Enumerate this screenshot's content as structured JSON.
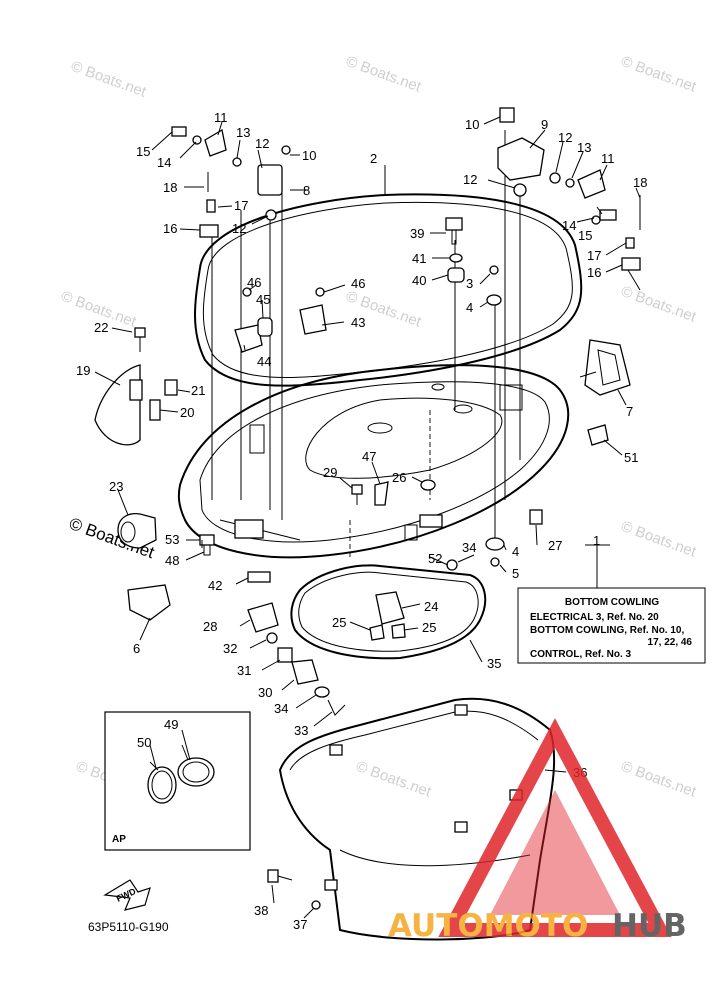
{
  "diagram_code": "63P5110-G190",
  "watermarks": [
    "© Boats.net"
  ],
  "infobox": {
    "lines": [
      "BOTTOM COWLING",
      "ELECTRICAL 3, Ref. No. 20",
      "BOTTOM COWLING, Ref. No. 10,",
      "17, 22, 46",
      "CONTROL, Ref. No. 3"
    ]
  },
  "inset_label": "AP",
  "fwd_label": "FWD",
  "logo": {
    "part1": "AUTOMOTO",
    "part2": "HUB",
    "color1": "#f5a623",
    "color2": "#4a4a4a",
    "triangle_color": "#e0252a"
  },
  "callouts": [
    {
      "n": "1"
    },
    {
      "n": "2"
    },
    {
      "n": "3"
    },
    {
      "n": "4"
    },
    {
      "n": "4"
    },
    {
      "n": "5"
    },
    {
      "n": "6"
    },
    {
      "n": "7"
    },
    {
      "n": "8"
    },
    {
      "n": "9"
    },
    {
      "n": "10"
    },
    {
      "n": "10"
    },
    {
      "n": "11"
    },
    {
      "n": "11"
    },
    {
      "n": "12"
    },
    {
      "n": "12"
    },
    {
      "n": "12"
    },
    {
      "n": "12"
    },
    {
      "n": "13"
    },
    {
      "n": "13"
    },
    {
      "n": "14"
    },
    {
      "n": "14"
    },
    {
      "n": "15"
    },
    {
      "n": "15"
    },
    {
      "n": "16"
    },
    {
      "n": "16"
    },
    {
      "n": "17"
    },
    {
      "n": "17"
    },
    {
      "n": "18"
    },
    {
      "n": "18"
    },
    {
      "n": "19"
    },
    {
      "n": "20"
    },
    {
      "n": "21"
    },
    {
      "n": "22"
    },
    {
      "n": "23"
    },
    {
      "n": "24"
    },
    {
      "n": "25"
    },
    {
      "n": "25"
    },
    {
      "n": "26"
    },
    {
      "n": "27"
    },
    {
      "n": "28"
    },
    {
      "n": "29"
    },
    {
      "n": "30"
    },
    {
      "n": "31"
    },
    {
      "n": "32"
    },
    {
      "n": "33"
    },
    {
      "n": "34"
    },
    {
      "n": "34"
    },
    {
      "n": "35"
    },
    {
      "n": "36"
    },
    {
      "n": "37"
    },
    {
      "n": "38"
    },
    {
      "n": "39"
    },
    {
      "n": "40"
    },
    {
      "n": "41"
    },
    {
      "n": "42"
    },
    {
      "n": "43"
    },
    {
      "n": "44"
    },
    {
      "n": "45"
    },
    {
      "n": "46"
    },
    {
      "n": "46"
    },
    {
      "n": "47"
    },
    {
      "n": "48"
    },
    {
      "n": "49"
    },
    {
      "n": "50"
    },
    {
      "n": "51"
    },
    {
      "n": "52"
    },
    {
      "n": "53"
    }
  ]
}
